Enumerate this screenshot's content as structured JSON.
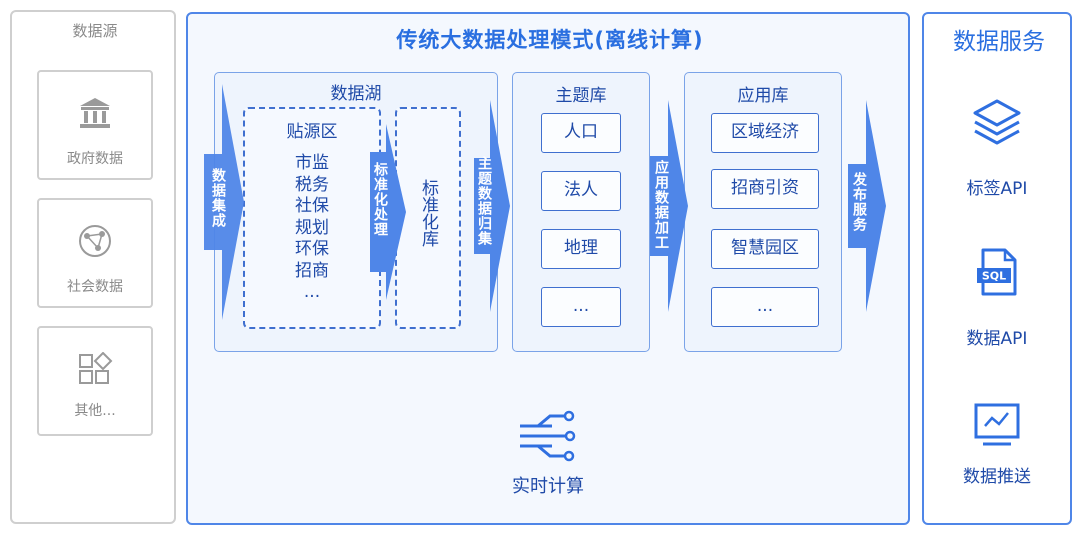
{
  "source_panel": {
    "title": "数据源",
    "items": [
      {
        "label": "政府数据",
        "icon": "government-building-icon"
      },
      {
        "label": "社会数据",
        "icon": "network-globe-icon"
      },
      {
        "label": "其他...",
        "icon": "grid-shapes-icon"
      }
    ]
  },
  "main_panel": {
    "title": "传统大数据处理模式(离线计算)",
    "arrows": {
      "integration": "数据集成",
      "standardize": "标准化处理",
      "theme_collect": "主题数据归集",
      "app_process": "应用数据加工",
      "publish": "发布服务"
    },
    "data_lake": {
      "title": "数据湖",
      "raw_zone": {
        "title": "贴源区",
        "items": [
          "市监",
          "税务",
          "社保",
          "规划",
          "环保",
          "招商",
          "..."
        ]
      },
      "std_zone": {
        "label": "标准化库"
      }
    },
    "theme_db": {
      "title": "主题库",
      "items": [
        "人口",
        "法人",
        "地理",
        "..."
      ]
    },
    "app_db": {
      "title": "应用库",
      "items": [
        "区域经济",
        "招商引资",
        "智慧园区",
        "..."
      ]
    },
    "realtime": {
      "label": "实时计算",
      "icon": "realtime-circuit-icon"
    }
  },
  "service_panel": {
    "title": "数据服务",
    "items": [
      {
        "label": "标签API",
        "icon": "layers-icon"
      },
      {
        "label": "数据API",
        "icon": "sql-file-icon"
      },
      {
        "label": "数据推送",
        "icon": "monitor-chart-icon"
      }
    ]
  },
  "colors": {
    "accent": "#4f86e8",
    "arrow": "#4f86e8",
    "muted": "#8a8a8a",
    "text": "#1f4aa8"
  }
}
